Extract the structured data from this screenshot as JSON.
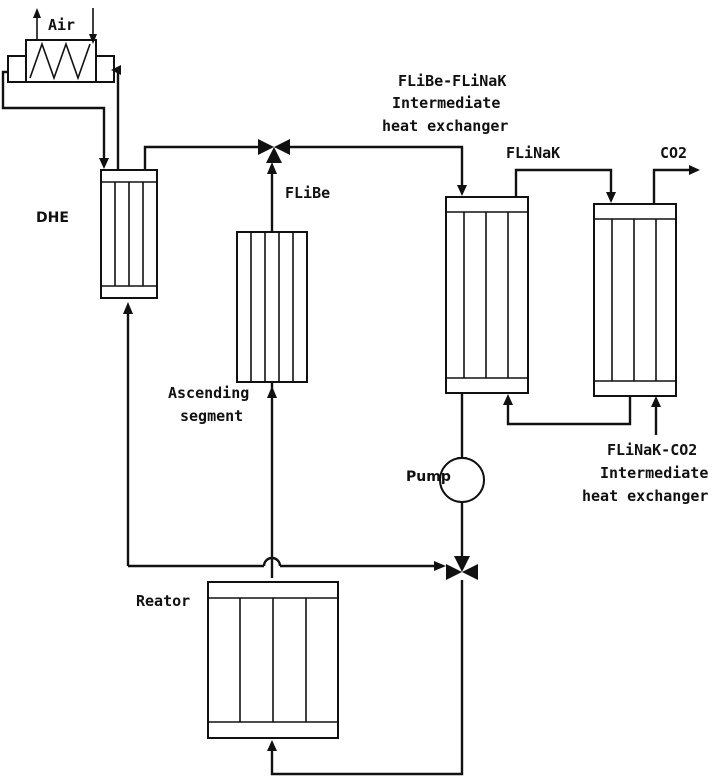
{
  "labels": {
    "air": "Air",
    "dhe": "DHE",
    "flibe": "FLiBe",
    "flibe_flinak_hx": [
      "FLiBe-FLiNaK",
      "Intermediate",
      "heat exchanger"
    ],
    "flinak": "FLiNaK",
    "co2": "CO2",
    "ascending": [
      "Ascending",
      "segment"
    ],
    "pump": "Pump",
    "flinak_co2_hx": [
      "FLiNaK-CO2",
      "Intermediate",
      "heat exchanger"
    ],
    "reactor": "Reator"
  }
}
